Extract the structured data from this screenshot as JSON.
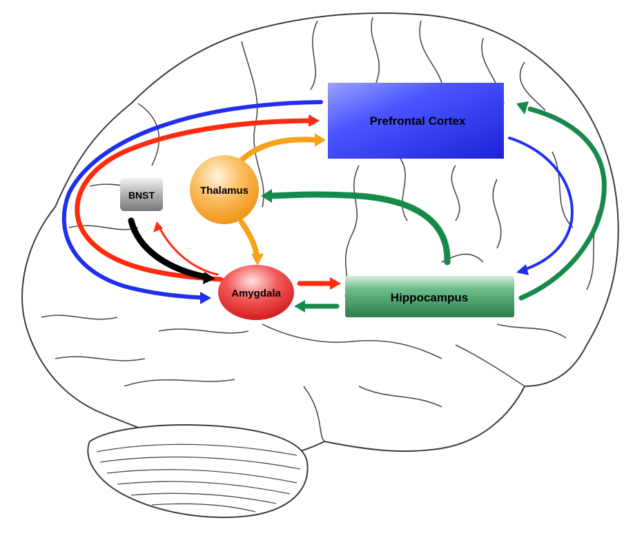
{
  "nodes": {
    "prefrontal_cortex": {
      "label": "Prefrontal Cortex",
      "color": "#2a35f0"
    },
    "thalamus": {
      "label": "Thalamus",
      "color": "#f5a434"
    },
    "bnst": {
      "label": "BNST",
      "color": "#9a9a9a"
    },
    "amygdala": {
      "label": "Amygdala",
      "color": "#e32222"
    },
    "hippocampus": {
      "label": "Hippocampus",
      "color": "#2e8b57"
    }
  },
  "arrow_colors": {
    "blue": "#1f2ef0",
    "red": "#ff2a10",
    "green": "#168a4a",
    "orange": "#f7a21a",
    "black": "#000000"
  },
  "connections": [
    {
      "from": "Prefrontal Cortex",
      "to": "Amygdala",
      "color": "blue"
    },
    {
      "from": "Amygdala",
      "to": "Prefrontal Cortex",
      "color": "red"
    },
    {
      "from": "Thalamus",
      "to": "Prefrontal Cortex",
      "color": "orange"
    },
    {
      "from": "Thalamus",
      "to": "Amygdala",
      "color": "orange"
    },
    {
      "from": "Amygdala",
      "to": "BNST",
      "color": "red"
    },
    {
      "from": "BNST",
      "to": "Amygdala",
      "color": "black"
    },
    {
      "from": "Amygdala",
      "to": "Hippocampus",
      "color": "red"
    },
    {
      "from": "Hippocampus",
      "to": "Amygdala",
      "color": "green"
    },
    {
      "from": "Hippocampus",
      "to": "Thalamus",
      "color": "green"
    },
    {
      "from": "Hippocampus",
      "to": "Prefrontal Cortex",
      "color": "green"
    },
    {
      "from": "Prefrontal Cortex",
      "to": "Hippocampus",
      "color": "blue"
    }
  ]
}
